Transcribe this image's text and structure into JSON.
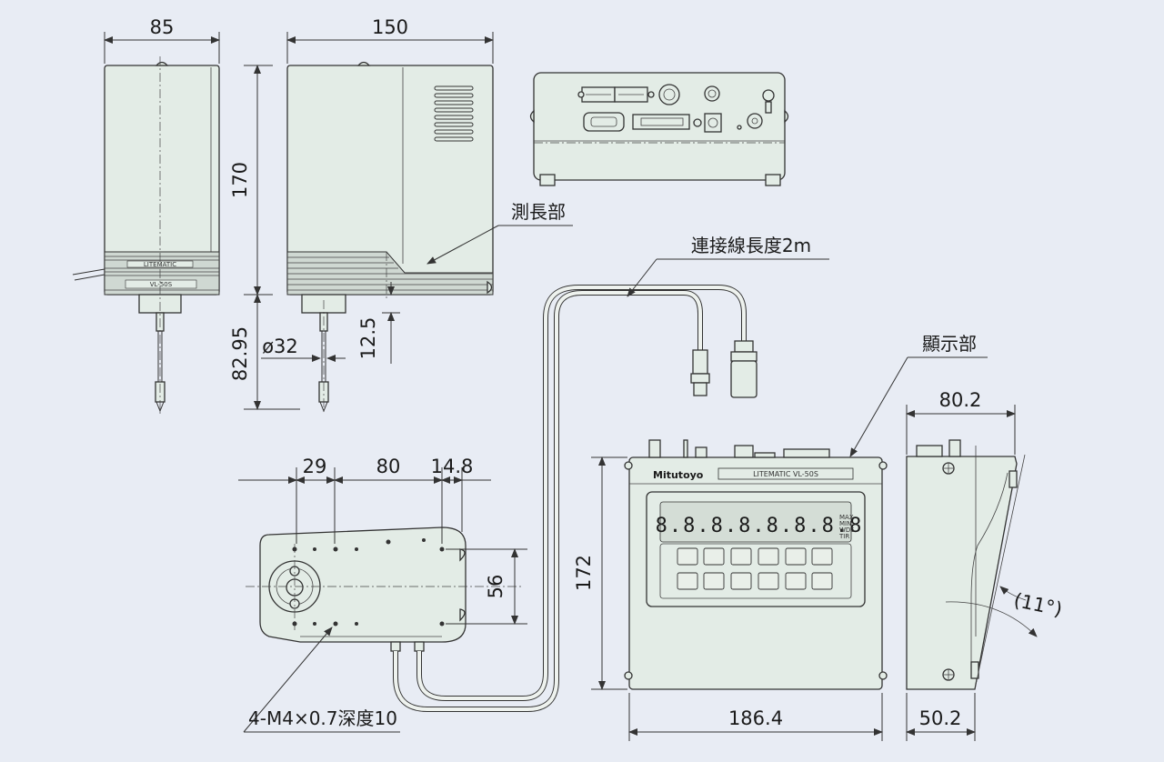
{
  "dimensions": {
    "gauge_width": "85",
    "gauge_depth": "150",
    "gauge_height": "170",
    "stroke_length": "82.95",
    "stem_diameter": "ø32",
    "stem_length": "12.5",
    "base_pitch_1": "29",
    "base_pitch_2": "80",
    "base_pitch_3": "14.8",
    "base_hole_pitch": "56",
    "display_height": "172",
    "display_width": "186.4",
    "display_depth_top": "80.2",
    "display_depth_bottom": "50.2",
    "tilt_angle": "(11°)"
  },
  "labels": {
    "measuring_unit": "測長部",
    "cable_length": "連接線長度2m",
    "display_unit": "顯示部",
    "mounting_holes": "4-M4×0.7深度10"
  },
  "device": {
    "brand": "Mitutoyo",
    "model_front": "LITEMATIC VL-50S",
    "model_side": "VL-50S",
    "series": "LITEMATIC",
    "lcd_digits": "8.8.8.8.8.8.8.8",
    "status_labels": [
      "MAX",
      "MIN",
      "WDS",
      "TIR"
    ]
  },
  "colors": {
    "background": "#e8ecf4",
    "device_body": "#e3ece6",
    "outline": "#333333"
  }
}
